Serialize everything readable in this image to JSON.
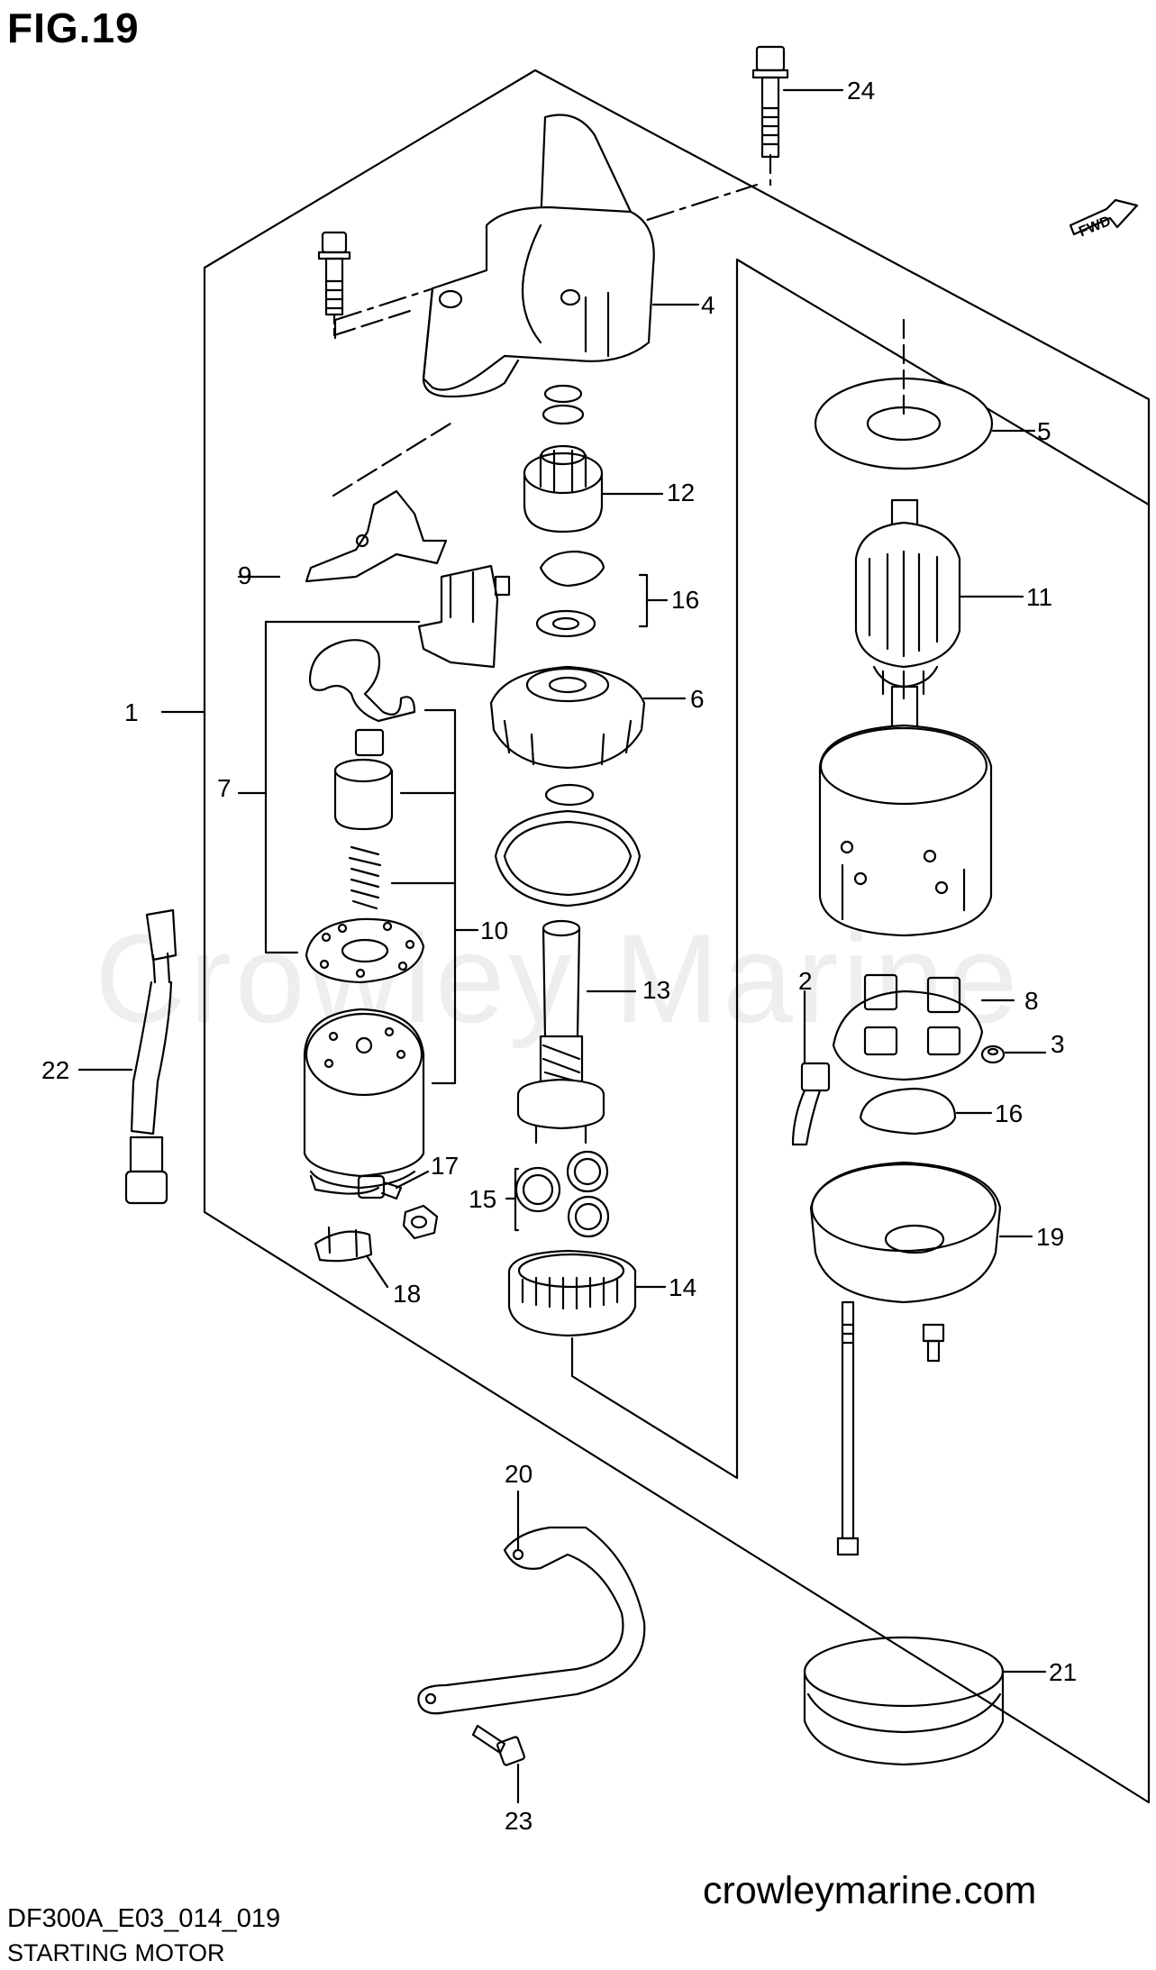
{
  "figure": {
    "title": "FIG.19",
    "code": "DF300A_E03_014_019",
    "name": "STARTING MOTOR",
    "website": "crowleymarine.com",
    "watermark": "Crowley Marine",
    "direction_badge": "FWD"
  },
  "callouts": [
    {
      "id": "c1",
      "label": "1"
    },
    {
      "id": "c2",
      "label": "2"
    },
    {
      "id": "c3",
      "label": "3"
    },
    {
      "id": "c4",
      "label": "4"
    },
    {
      "id": "c5",
      "label": "5"
    },
    {
      "id": "c6",
      "label": "6"
    },
    {
      "id": "c7",
      "label": "7"
    },
    {
      "id": "c8",
      "label": "8"
    },
    {
      "id": "c9",
      "label": "9"
    },
    {
      "id": "c10",
      "label": "10"
    },
    {
      "id": "c11",
      "label": "11"
    },
    {
      "id": "c12",
      "label": "12"
    },
    {
      "id": "c13",
      "label": "13"
    },
    {
      "id": "c14",
      "label": "14"
    },
    {
      "id": "c15",
      "label": "15"
    },
    {
      "id": "c16a",
      "label": "16"
    },
    {
      "id": "c16b",
      "label": "16"
    },
    {
      "id": "c17",
      "label": "17"
    },
    {
      "id": "c18",
      "label": "18"
    },
    {
      "id": "c19",
      "label": "19"
    },
    {
      "id": "c20",
      "label": "20"
    },
    {
      "id": "c21",
      "label": "21"
    },
    {
      "id": "c22",
      "label": "22"
    },
    {
      "id": "c23",
      "label": "23"
    },
    {
      "id": "c24",
      "label": "24"
    }
  ]
}
